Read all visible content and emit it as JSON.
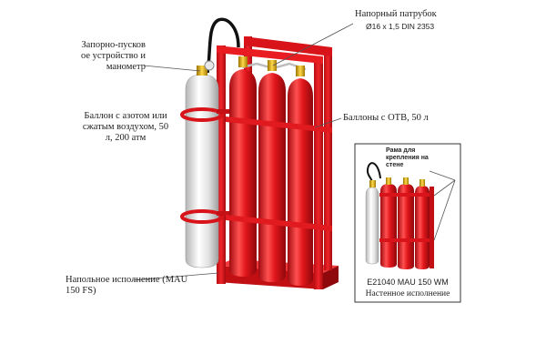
{
  "labels": {
    "pressure_hose": "Напорный патрубок",
    "pressure_hose_spec": "Ø16 x 1,5 DIN 2353",
    "valve_gauge": "Запорно-пусков ое устройство и манометр",
    "nitrogen_cylinder": "Баллон с азотом или сжатым воздухом, 50 л, 200 атм",
    "otv_cylinders": "Баллоны с ОТВ, 50 л",
    "floor_version": "Напольное исполнение (MAU 150 FS)",
    "wall_frame": "Рама для крепления на стене",
    "wall_model": "E21040   MAU 150 WM",
    "wall_version": "Настенное исполнение"
  },
  "colors": {
    "red": "#e0161b",
    "red_dark": "#9a0a0e",
    "red_light": "#ff6a6a",
    "grey_cylinder": "#e6e6e6",
    "grey_dark": "#a8a8a8",
    "valve_gold": "#d8a400",
    "leader": "#555555"
  }
}
